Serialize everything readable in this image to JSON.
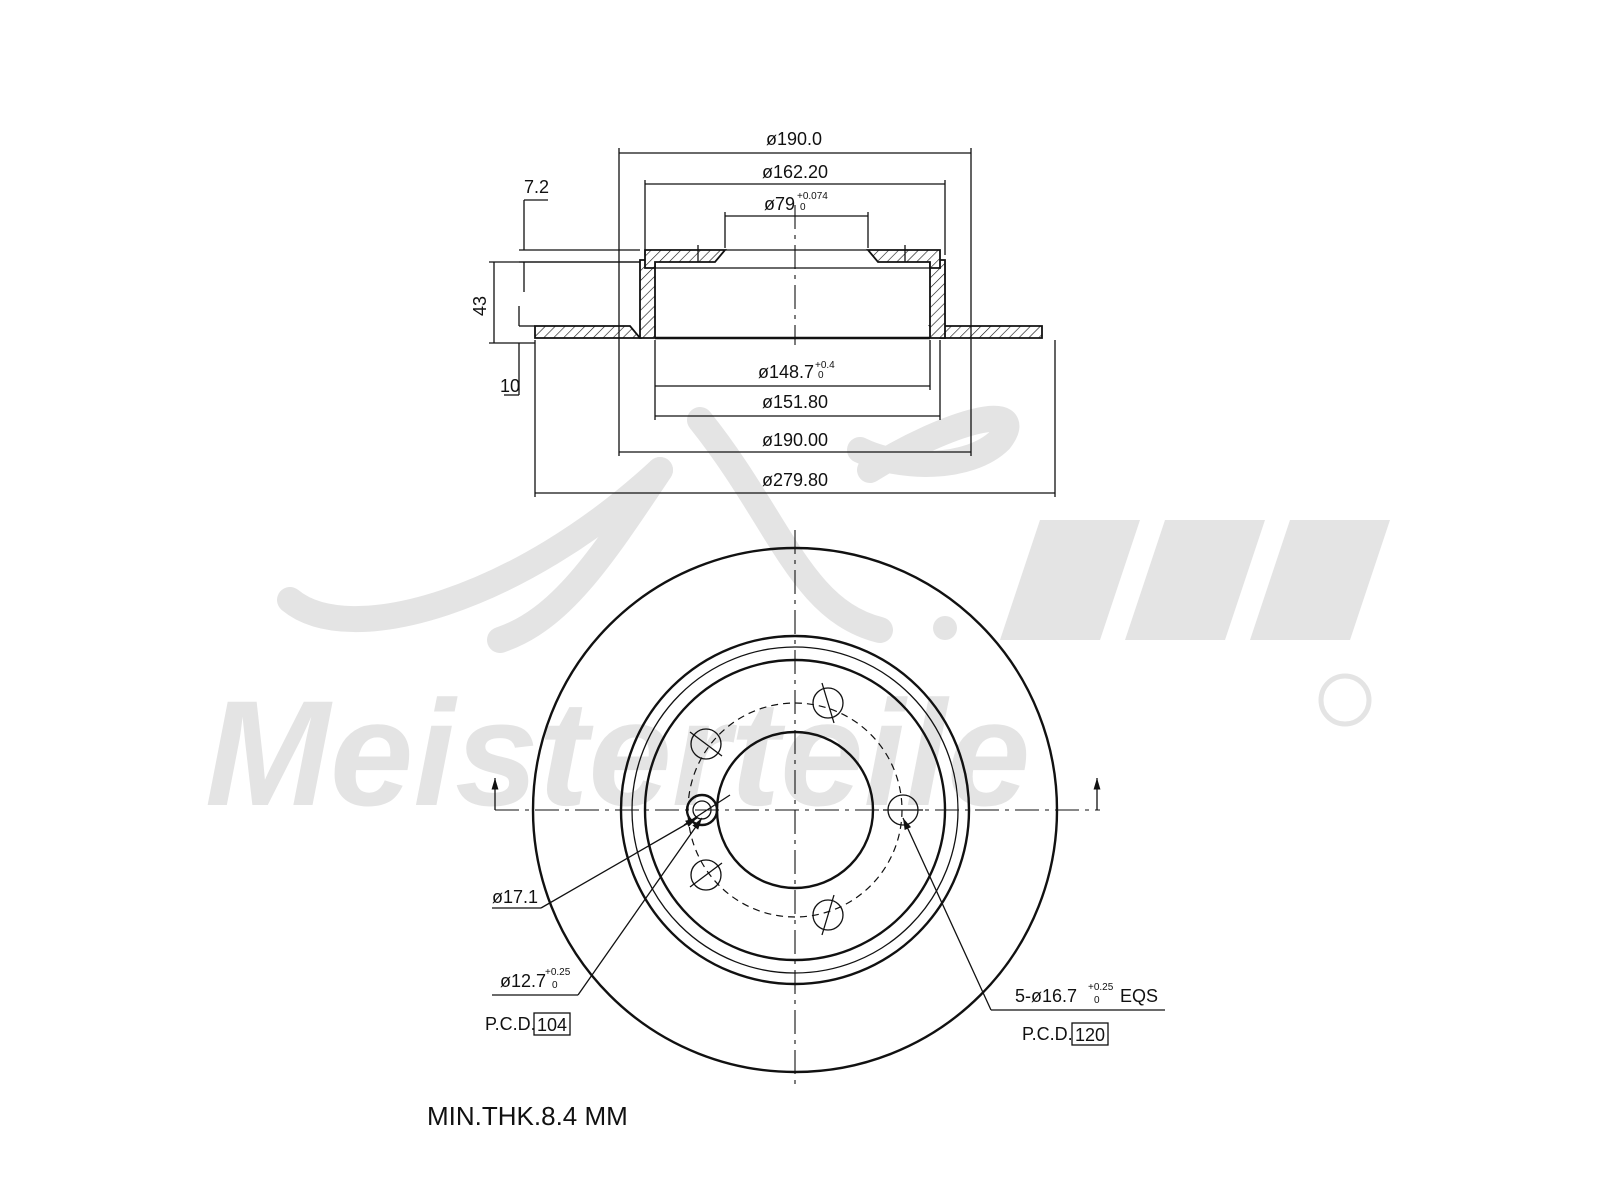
{
  "watermark": {
    "brand_line1": "A.L.",
    "brand_line2": "Meisterteile",
    "color": "#e4e4e4"
  },
  "side_view": {
    "dims_top": {
      "outer_hat": "ø190.0",
      "inner_hat": "ø162.20",
      "center_bore": "ø79",
      "center_bore_tol_upper": "+0.074",
      "center_bore_tol_lower": "0"
    },
    "dims_left": {
      "hat_thickness": "7.2",
      "total_height": "43",
      "disc_thickness": "10"
    },
    "dims_bottom": {
      "hat_inner": "ø148.7",
      "hat_inner_tol_upper": "+0.4",
      "hat_inner_tol_lower": "0",
      "hat_inner_2": "ø151.80",
      "hat_outer": "ø190.00",
      "disc_outer": "ø279.80"
    }
  },
  "front_view": {
    "pin_hole_dia": "ø17.1",
    "small_hole": "ø12.7",
    "small_hole_tol_upper": "+0.25",
    "small_hole_tol_lower": "0",
    "pcd_small_label": "P.C.D.",
    "pcd_small_value": "104",
    "bolt_holes": "5-ø16.7",
    "bolt_holes_tol_upper": "+0.25",
    "bolt_holes_tol_lower": "0",
    "bolt_holes_suffix": "EQS",
    "pcd_large_label": "P.C.D.",
    "pcd_large_value": "120"
  },
  "min_thickness": "MIN.THK.8.4 MM"
}
